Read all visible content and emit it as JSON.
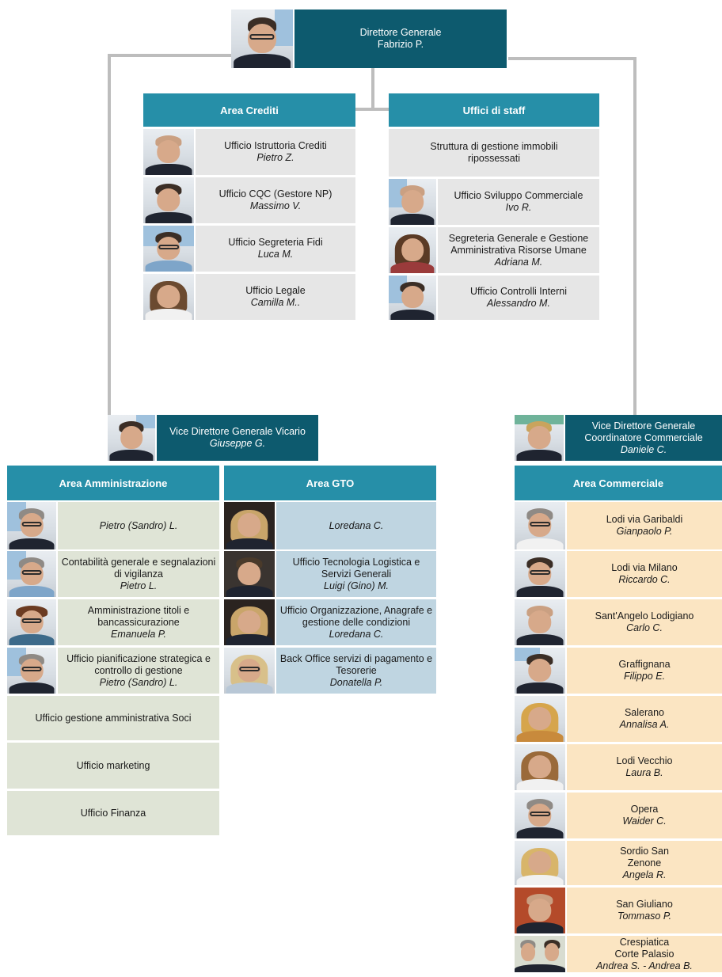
{
  "colors": {
    "dark_header": "#0d5a6e",
    "teal_header": "#268fa8",
    "connector": "#bdbdbd",
    "grey_cell": "#e6e6e6",
    "green_cell": "#dfe4d6",
    "blue_cell": "#bfd5e1",
    "peach_cell": "#fbe5c2"
  },
  "director": {
    "title": "Direttore Generale",
    "name": "Fabrizio P."
  },
  "area_crediti": {
    "header": "Area Crediti",
    "items": [
      {
        "title": "Ufficio Istruttoria Crediti",
        "name": "Pietro Z."
      },
      {
        "title": "Ufficio CQC (Gestore NP)",
        "name": "Massimo V."
      },
      {
        "title": "Ufficio Segreteria Fidi",
        "name": "Luca M."
      },
      {
        "title": "Ufficio Legale",
        "name": "Camilla M.."
      }
    ]
  },
  "uffici_staff": {
    "header": "Uffici di staff",
    "items": [
      {
        "title": "Struttura di gestione immobili ripossessati",
        "name": ""
      },
      {
        "title": "Ufficio Sviluppo Commerciale",
        "name": "Ivo R."
      },
      {
        "title": "Segreteria Generale e Gestione Amministrativa Risorse Umane",
        "name": "Adriana M."
      },
      {
        "title": "Ufficio Controlli Interni",
        "name": "Alessandro M."
      }
    ]
  },
  "vice_vicario": {
    "title": "Vice Direttore Generale Vicario",
    "name": "Giuseppe G."
  },
  "vice_commerciale": {
    "title": "Vice Direttore Generale Coordinatore Commerciale",
    "name": "Daniele C."
  },
  "area_amministrazione": {
    "header": "Area Amministrazione",
    "items": [
      {
        "title": "",
        "name": "Pietro (Sandro) L."
      },
      {
        "title": "Contabilità generale e segnalazioni di vigilanza",
        "name": "Pietro L."
      },
      {
        "title": "Amministrazione titoli e bancassicurazione",
        "name": "Emanuela P."
      },
      {
        "title": "Ufficio pianificazione strategica e controllo di gestione",
        "name": "Pietro (Sandro) L."
      },
      {
        "title": "Ufficio gestione amministrativa Soci",
        "name": ""
      },
      {
        "title": "Ufficio marketing",
        "name": ""
      },
      {
        "title": "Ufficio Finanza",
        "name": ""
      }
    ]
  },
  "area_gto": {
    "header": "Area GTO",
    "items": [
      {
        "title": "",
        "name": "Loredana C."
      },
      {
        "title": "Ufficio Tecnologia Logistica e Servizi Generali",
        "name": "Luigi (Gino) M."
      },
      {
        "title": "Ufficio Organizzazione, Anagrafe e gestione delle condizioni",
        "name": "Loredana C."
      },
      {
        "title": "Back Office servizi di pagamento e Tesorerie",
        "name": "Donatella P."
      }
    ]
  },
  "area_commerciale": {
    "header": "Area Commerciale",
    "items": [
      {
        "title": "Lodi via Garibaldi",
        "name": "Gianpaolo P."
      },
      {
        "title": "Lodi via Milano",
        "name": "Riccardo C."
      },
      {
        "title": "Sant'Angelo Lodigiano",
        "name": "Carlo C."
      },
      {
        "title": "Graffignana",
        "name": "Filippo E."
      },
      {
        "title": "Salerano",
        "name": "Annalisa A."
      },
      {
        "title": "Lodi Vecchio",
        "name": "Laura B."
      },
      {
        "title": "Opera",
        "name": "Waider C."
      },
      {
        "title": "Sordio San Zenone",
        "name": "Angela R."
      },
      {
        "title": "San Giuliano",
        "name": "Tommaso P."
      },
      {
        "title": "Crespiatica Corte Palasio",
        "name": "Andrea S. - Andrea B."
      }
    ]
  }
}
